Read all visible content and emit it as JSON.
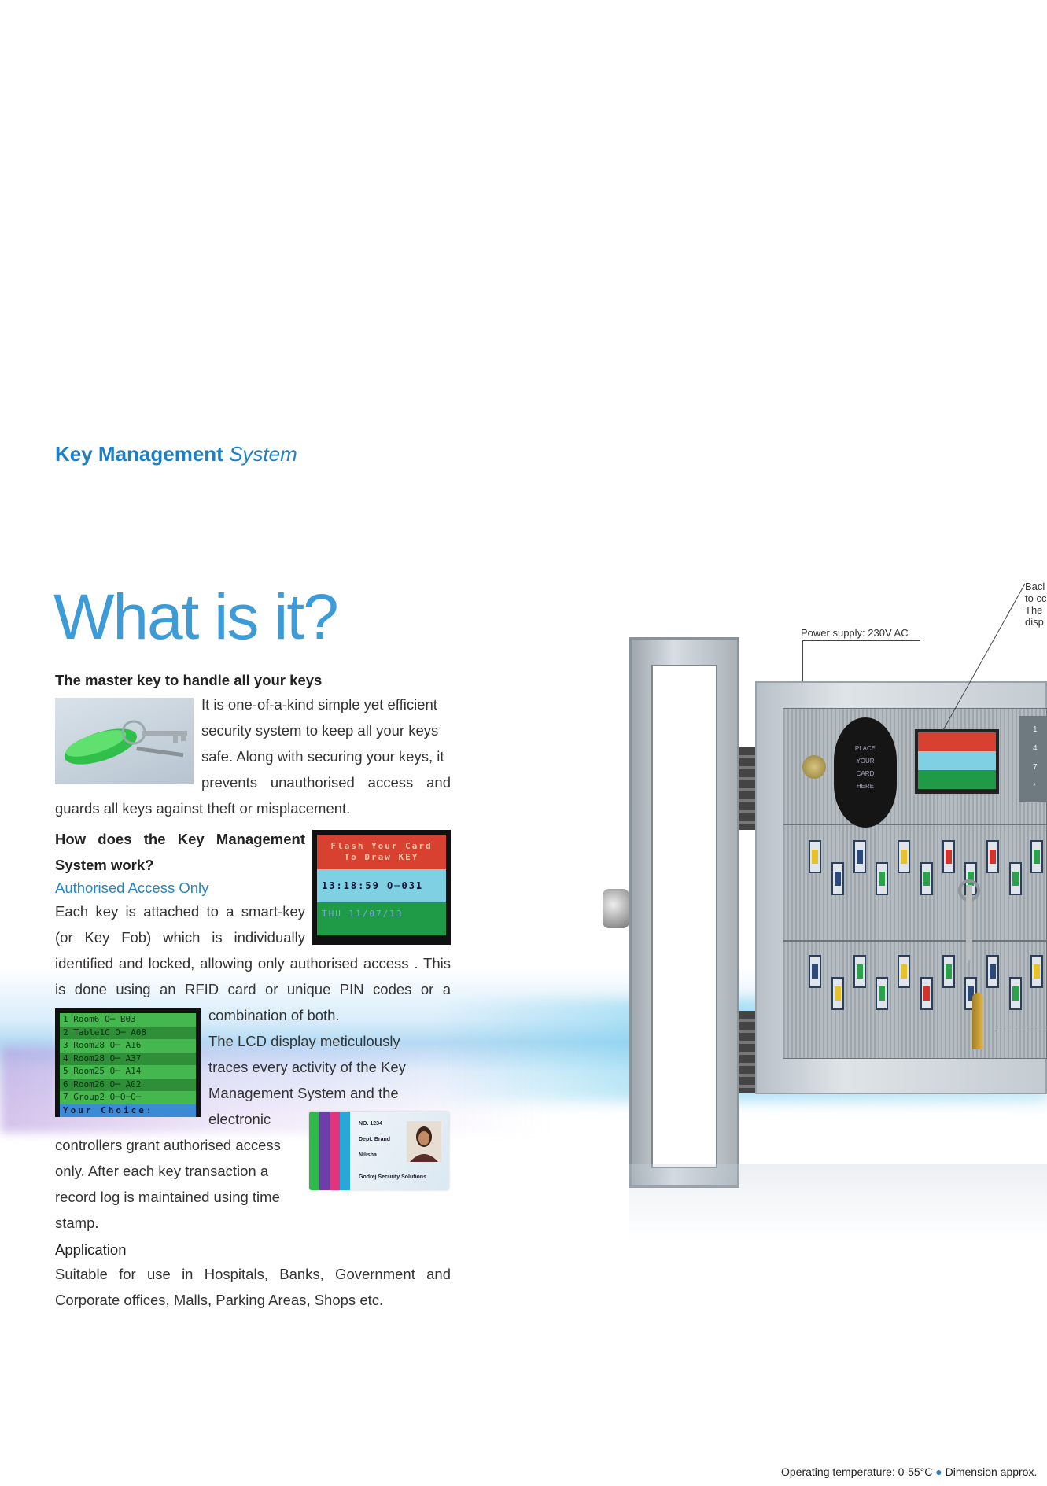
{
  "header": {
    "title_bold": "Key Management",
    "title_italic": "System"
  },
  "heading": "What is it?",
  "section1": {
    "title": "The master key to handle all your keys",
    "line1": "It is one-of-a-kind simple yet efficient",
    "line2": "security system to keep all your keys",
    "line3": "safe. Along with securing your keys, it",
    "line4": "prevents unauthorised access and",
    "line5": "guards all keys against theft or misplacement."
  },
  "section2": {
    "title_line1": "How does the Key Management",
    "title_line2": "System work?",
    "subtitle": "Authorised Access Only",
    "line1": "Each key is attached to a smart-key",
    "line2": "(or Key Fob) which is individually",
    "line3": "identified and locked, allowing only authorised access . This",
    "line4": "is done using an RFID card or unique PIN codes or a",
    "line5": "combination of both.",
    "line6": "The LCD display meticulously",
    "line7": "traces every activity of the Key",
    "line8": "Management System and the",
    "line9": "electronic",
    "line10": "controllers grant authorised access",
    "line11": "only. After each key transaction a",
    "line12": "record log is maintained using time",
    "line13": "stamp."
  },
  "section3": {
    "title": "Application",
    "line1": "Suitable for use in Hospitals, Banks, Government and",
    "line2": "Corporate offices, Malls, Parking Areas, Shops etc."
  },
  "lcd1": {
    "row1a": "Flash Your Card",
    "row1b": "To Draw KEY",
    "row2": "13:18:59 O─031",
    "row3": "THU 11/07/13"
  },
  "lcd2": {
    "rows": [
      "1 Room6  O─ B03",
      "2 Table1C O─ A08",
      "3 Room28 O─ A16",
      "4 Room28 O─ A37",
      "5 Room25 O─ A14",
      "6 Room26 O─ A02",
      "7 Group2 O─O─O─"
    ],
    "choice": "Your Choice:"
  },
  "idcard": {
    "no": "NO. 1234",
    "dept": "Dept: Brand",
    "name": "Nilisha",
    "company": "Godrej Security Solutions"
  },
  "cabinet": {
    "power_label": "Power supply: 230V AC",
    "backlit_label_1": "Bacl",
    "backlit_label_2": "to cc",
    "backlit_label_3": "The",
    "backlit_label_4": "disp",
    "reader_text": [
      "PLACE",
      "YOUR",
      "CARD",
      "HERE"
    ],
    "keypad": [
      "1",
      "4",
      "7",
      "*"
    ]
  },
  "footer": {
    "temp": "Operating temperature: 0-55°C",
    "dim": "Dimension approx."
  },
  "colors": {
    "brand_blue": "#1f7fc3",
    "heading_blue": "#3d9bd8",
    "sub_blue": "#2385c8"
  }
}
